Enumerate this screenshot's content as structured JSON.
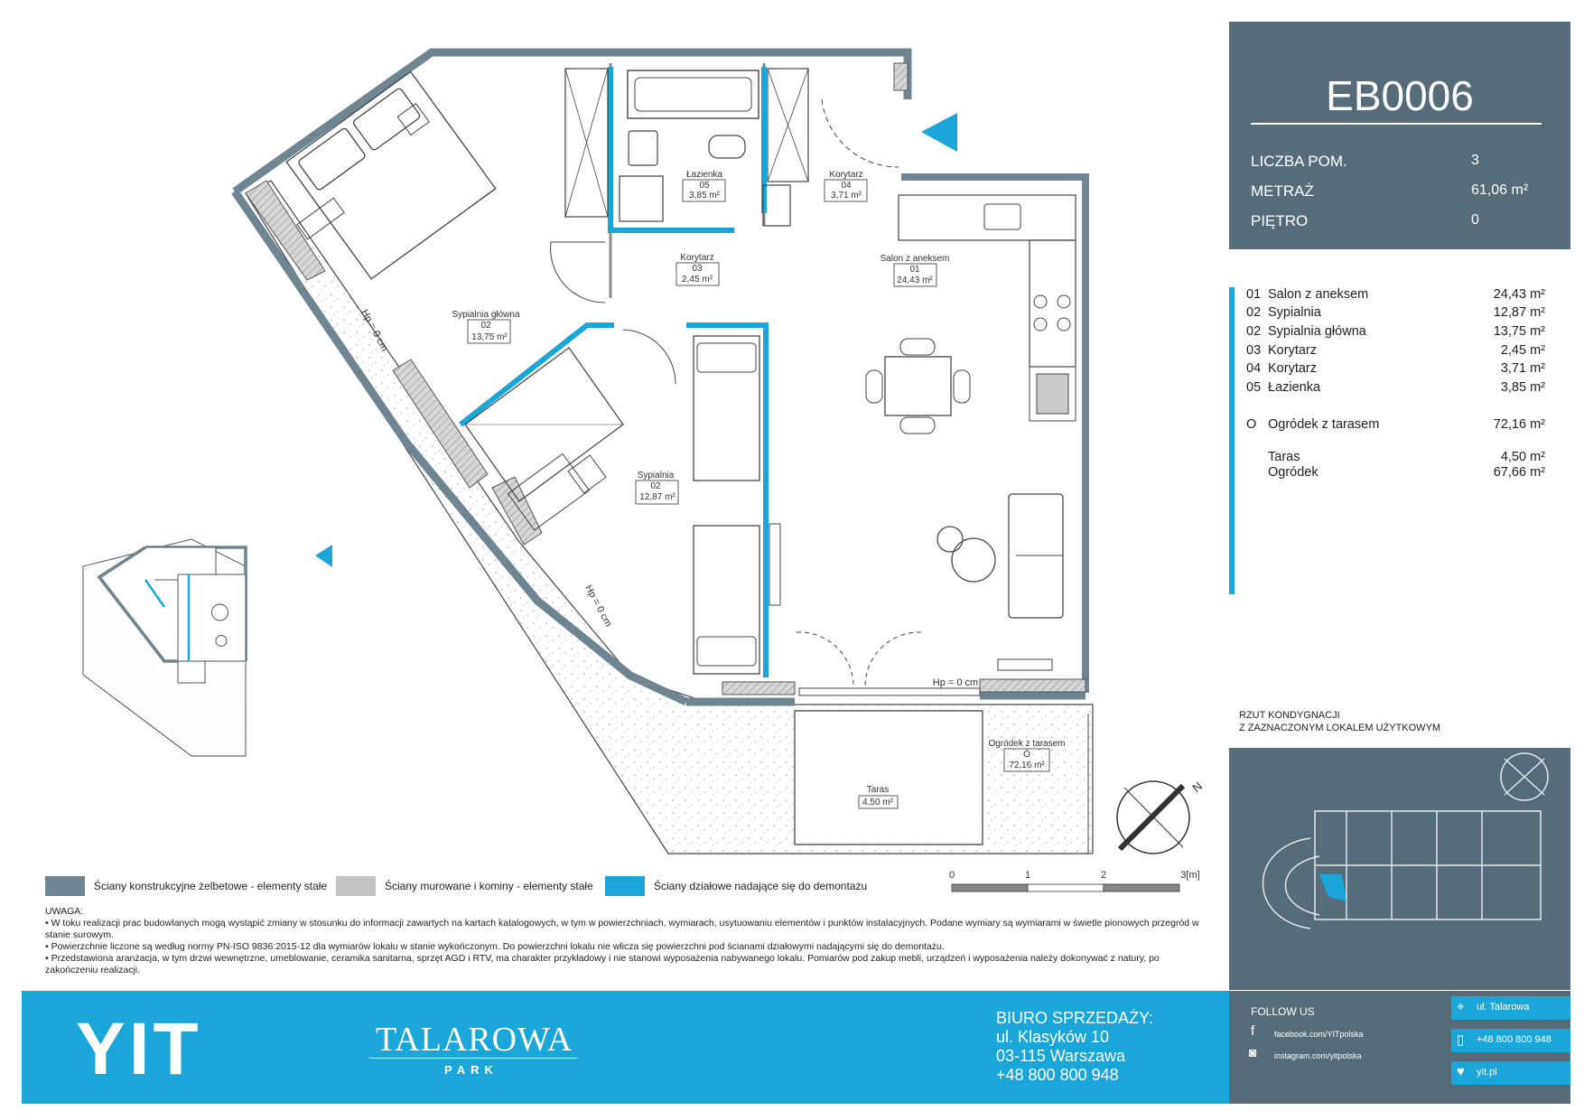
{
  "unit": {
    "code": "EB0006",
    "rows": [
      {
        "label": "LICZBA POM.",
        "value": "3"
      },
      {
        "label": "METRAŻ",
        "value": "61,06 m²"
      },
      {
        "label": "PIĘTRO",
        "value": "0"
      }
    ]
  },
  "rooms": [
    {
      "num": "01",
      "name": "Salon z aneksem",
      "area": "24,43 m²"
    },
    {
      "num": "02",
      "name": "Sypialnia",
      "area": "12,87 m²"
    },
    {
      "num": "02",
      "name": "Sypialnia główna",
      "area": "13,75 m²"
    },
    {
      "num": "03",
      "name": "Korytarz",
      "area": "2,45 m²"
    },
    {
      "num": "04",
      "name": "Korytarz",
      "area": "3,71 m²"
    },
    {
      "num": "05",
      "name": "Łazienka",
      "area": "3,85 m²"
    }
  ],
  "garden": {
    "num": "O",
    "name": "Ogródek z tarasem",
    "area": "72,16 m²",
    "sub": [
      {
        "name": "Taras",
        "area": "4,50 m²"
      },
      {
        "name": "Ogródek",
        "area": "67,66 m²"
      }
    ]
  },
  "plan_labels": {
    "bath": {
      "name": "Łazienka",
      "num": "05",
      "area": "3,85 m²"
    },
    "corr4": {
      "name": "Korytarz",
      "num": "04",
      "area": "3,71 m²"
    },
    "corr3": {
      "name": "Korytarz",
      "num": "03",
      "area": "2,45 m²"
    },
    "salon": {
      "name": "Salon z aneksem",
      "num": "01",
      "area": "24,43 m²"
    },
    "master": {
      "name": "Sypialnia główna",
      "num": "02",
      "area": "13,75 m²"
    },
    "bed": {
      "name": "Sypialnia",
      "num": "02",
      "area": "12,87 m²"
    },
    "garden": {
      "name": "Ogródek z tarasem",
      "num": "O",
      "area": "72,16 m²"
    },
    "terrace": {
      "name": "Taras",
      "area": "4,50 m²"
    },
    "hp": "Hp = 0 cm",
    "north": "N"
  },
  "scale": {
    "ticks": [
      "0",
      "1",
      "2",
      "3[m]"
    ]
  },
  "legend": [
    {
      "label": "Ściany konstrukcyjne żelbetowe - elementy stałe",
      "color": "#6f8591"
    },
    {
      "label": "Ściany murowane i kominy - elementy stałe",
      "color": "#c4c4c4"
    },
    {
      "label": "Ściany działowe nadające się do demontażu",
      "color": "#1aa6d9"
    }
  ],
  "key_plan": {
    "title1": "RZUT KONDYGNACJI",
    "title2": "Z ZAZNACZONYM LOKALEM UŻYTKOWYM"
  },
  "notes": {
    "title": "UWAGA:",
    "items": [
      "• W toku realizacji prac budowlanych mogą wystąpić zmiany w stosunku do informacji zawartych na kartach katalogowych, w tym w powierzchniach, wymiarach, usytuowaniu elementów i punktów instalacyjnych. Podane wymiary są wymiarami w świetle pionowych przegród w stanie surowym.",
      "• Powierzchnie liczone są według normy PN-ISO 9836:2015-12 dla wymiarów lokalu w stanie wykończonym. Do powierzchni lokalu nie wlicza się powierzchni pod ścianami działowymi nadającymi się do demontażu.",
      "• Przedstawiona aranżacja, w tym drzwi wewnętrzne, umeblowanie, ceramika sanitarna, sprzęt AGD i RTV, ma charakter przykładowy i nie stanowi wyposażenia nabywanego lokalu. Pomiarów pod zakup mebli, urządzeń i wyposażenia należy dokonywać z natury, po zakończeniu realizacji."
    ]
  },
  "footer": {
    "brand": "YIT",
    "project": "TALAROWA",
    "project_sub": "PARK",
    "office_title": "BIURO SPRZEDAŻY:",
    "office_lines": [
      "ul. Klasyków 10",
      "03-115 Warszawa",
      "+48 800 800 948"
    ]
  },
  "social": {
    "title": "FOLLOW US",
    "facebook": "facebook.com/YITpolska",
    "instagram": "instagram.com/yitpolska",
    "address": "ul. Talarowa",
    "phone": "+48 800 800 948",
    "web": "yit.pl"
  },
  "colors": {
    "structural": "#6f8591",
    "masonry": "#c4c4c4",
    "partition": "#1aa6d9",
    "panel": "#566d79"
  }
}
